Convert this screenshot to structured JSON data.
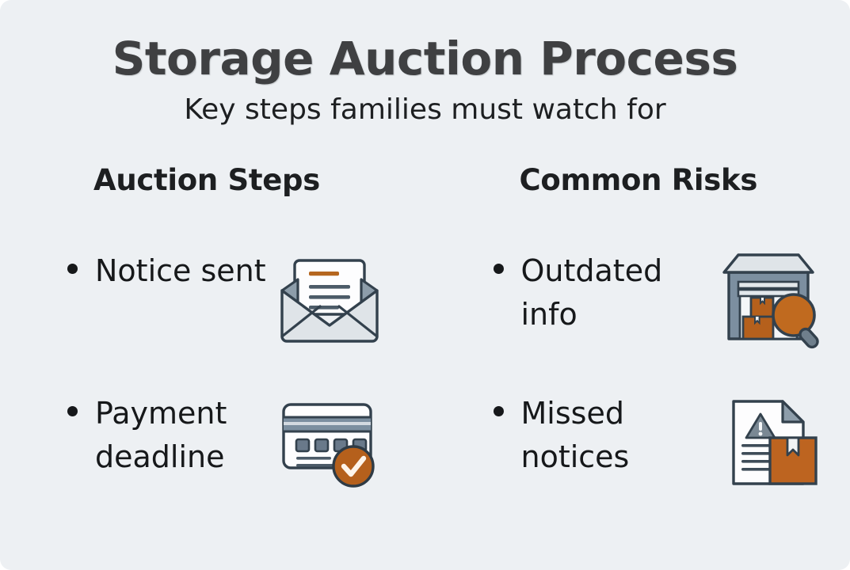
{
  "slide": {
    "background_color": "#edf0f3",
    "title": "Storage Auction Process",
    "subtitle": "Key steps families must watch for"
  },
  "palette": {
    "title_text": "#3f4042",
    "body_text": "#16181a",
    "accent_orange": "#b5601c",
    "icon_outline": "#33414d",
    "icon_slate": "#6b8196",
    "icon_light": "#eef1f3"
  },
  "columns": [
    {
      "heading": "Auction Steps",
      "items": [
        {
          "label": "Notice sent",
          "icon": "open-envelope-letter-icon"
        },
        {
          "label": "Payment deadline",
          "icon": "payment-card-check-icon"
        }
      ]
    },
    {
      "heading": "Common Risks",
      "items": [
        {
          "label": "Outdated info",
          "icon": "storage-unit-magnifier-icon"
        },
        {
          "label": "Missed notices",
          "icon": "document-warning-box-icon"
        }
      ]
    }
  ]
}
